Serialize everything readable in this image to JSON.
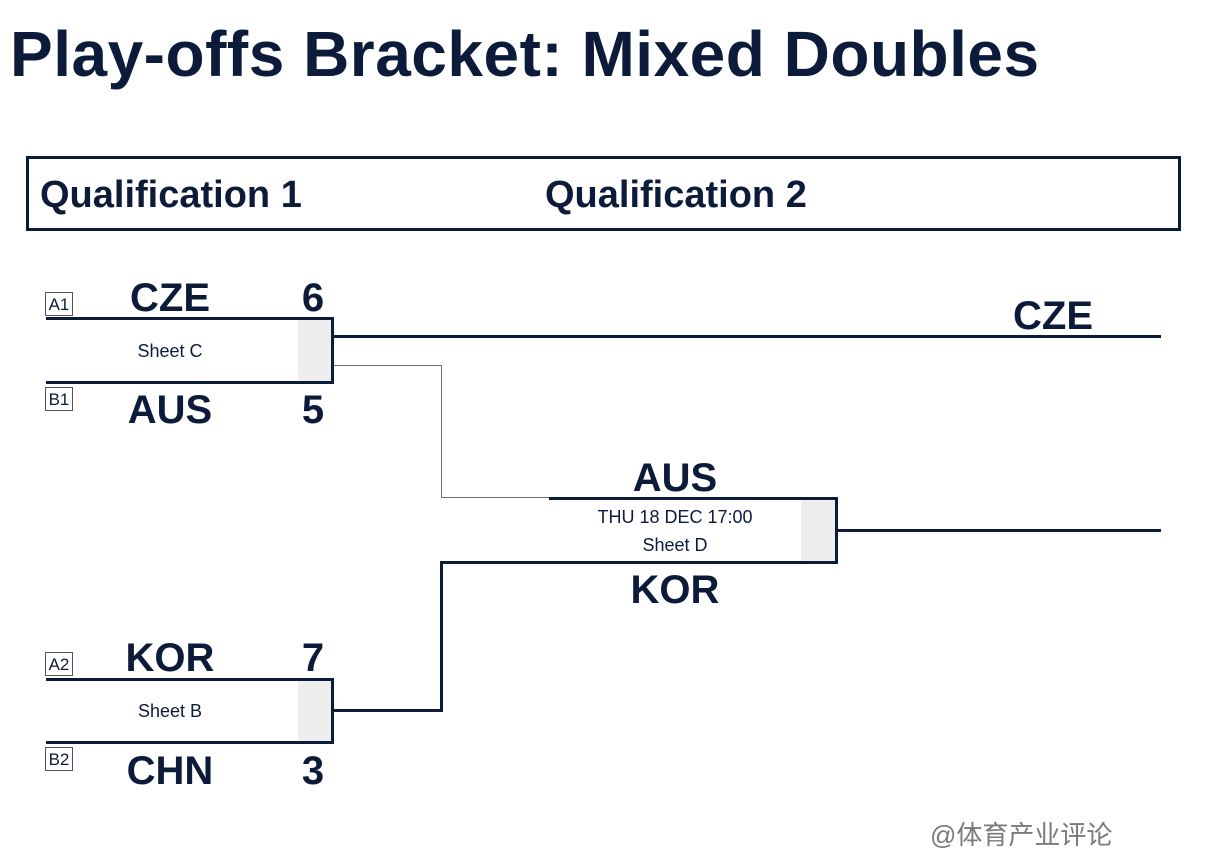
{
  "title": "Play-offs Bracket: Mixed Doubles",
  "rounds": [
    "Qualification 1",
    "Qualification 2"
  ],
  "games": {
    "game1": {
      "top": {
        "seed": "A1",
        "team": "CZE",
        "score": "6"
      },
      "bottom": {
        "seed": "B1",
        "team": "AUS",
        "score": "5"
      },
      "sheet": "Sheet C"
    },
    "game2": {
      "top": {
        "seed": "A2",
        "team": "KOR",
        "score": "7"
      },
      "bottom": {
        "seed": "B2",
        "team": "CHN",
        "score": "3"
      },
      "sheet": "Sheet B"
    },
    "qual2": {
      "top_team": "AUS",
      "bottom_team": "KOR",
      "datetime": "THU 18 DEC 17:00",
      "sheet": "Sheet D"
    },
    "qual1_winner": "CZE"
  },
  "watermark": "@体育产业评论",
  "colors": {
    "ink": "#0d1b3a",
    "score_box": "#eeeeee",
    "connector": "#6b6f78"
  }
}
